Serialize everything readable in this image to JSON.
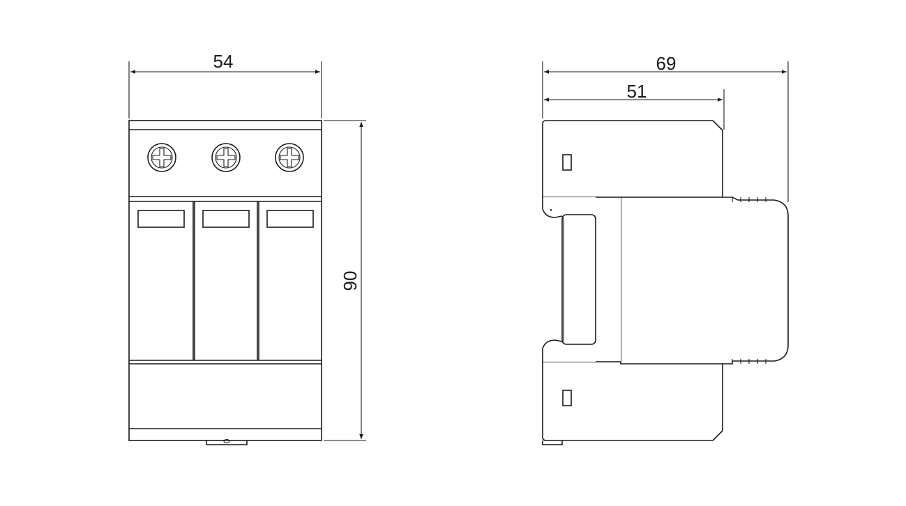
{
  "front_view": {
    "width_dimension": "54",
    "height_dimension": "90",
    "poles": 3
  },
  "side_view": {
    "overall_depth_dimension": "69",
    "body_depth_dimension": "51"
  }
}
